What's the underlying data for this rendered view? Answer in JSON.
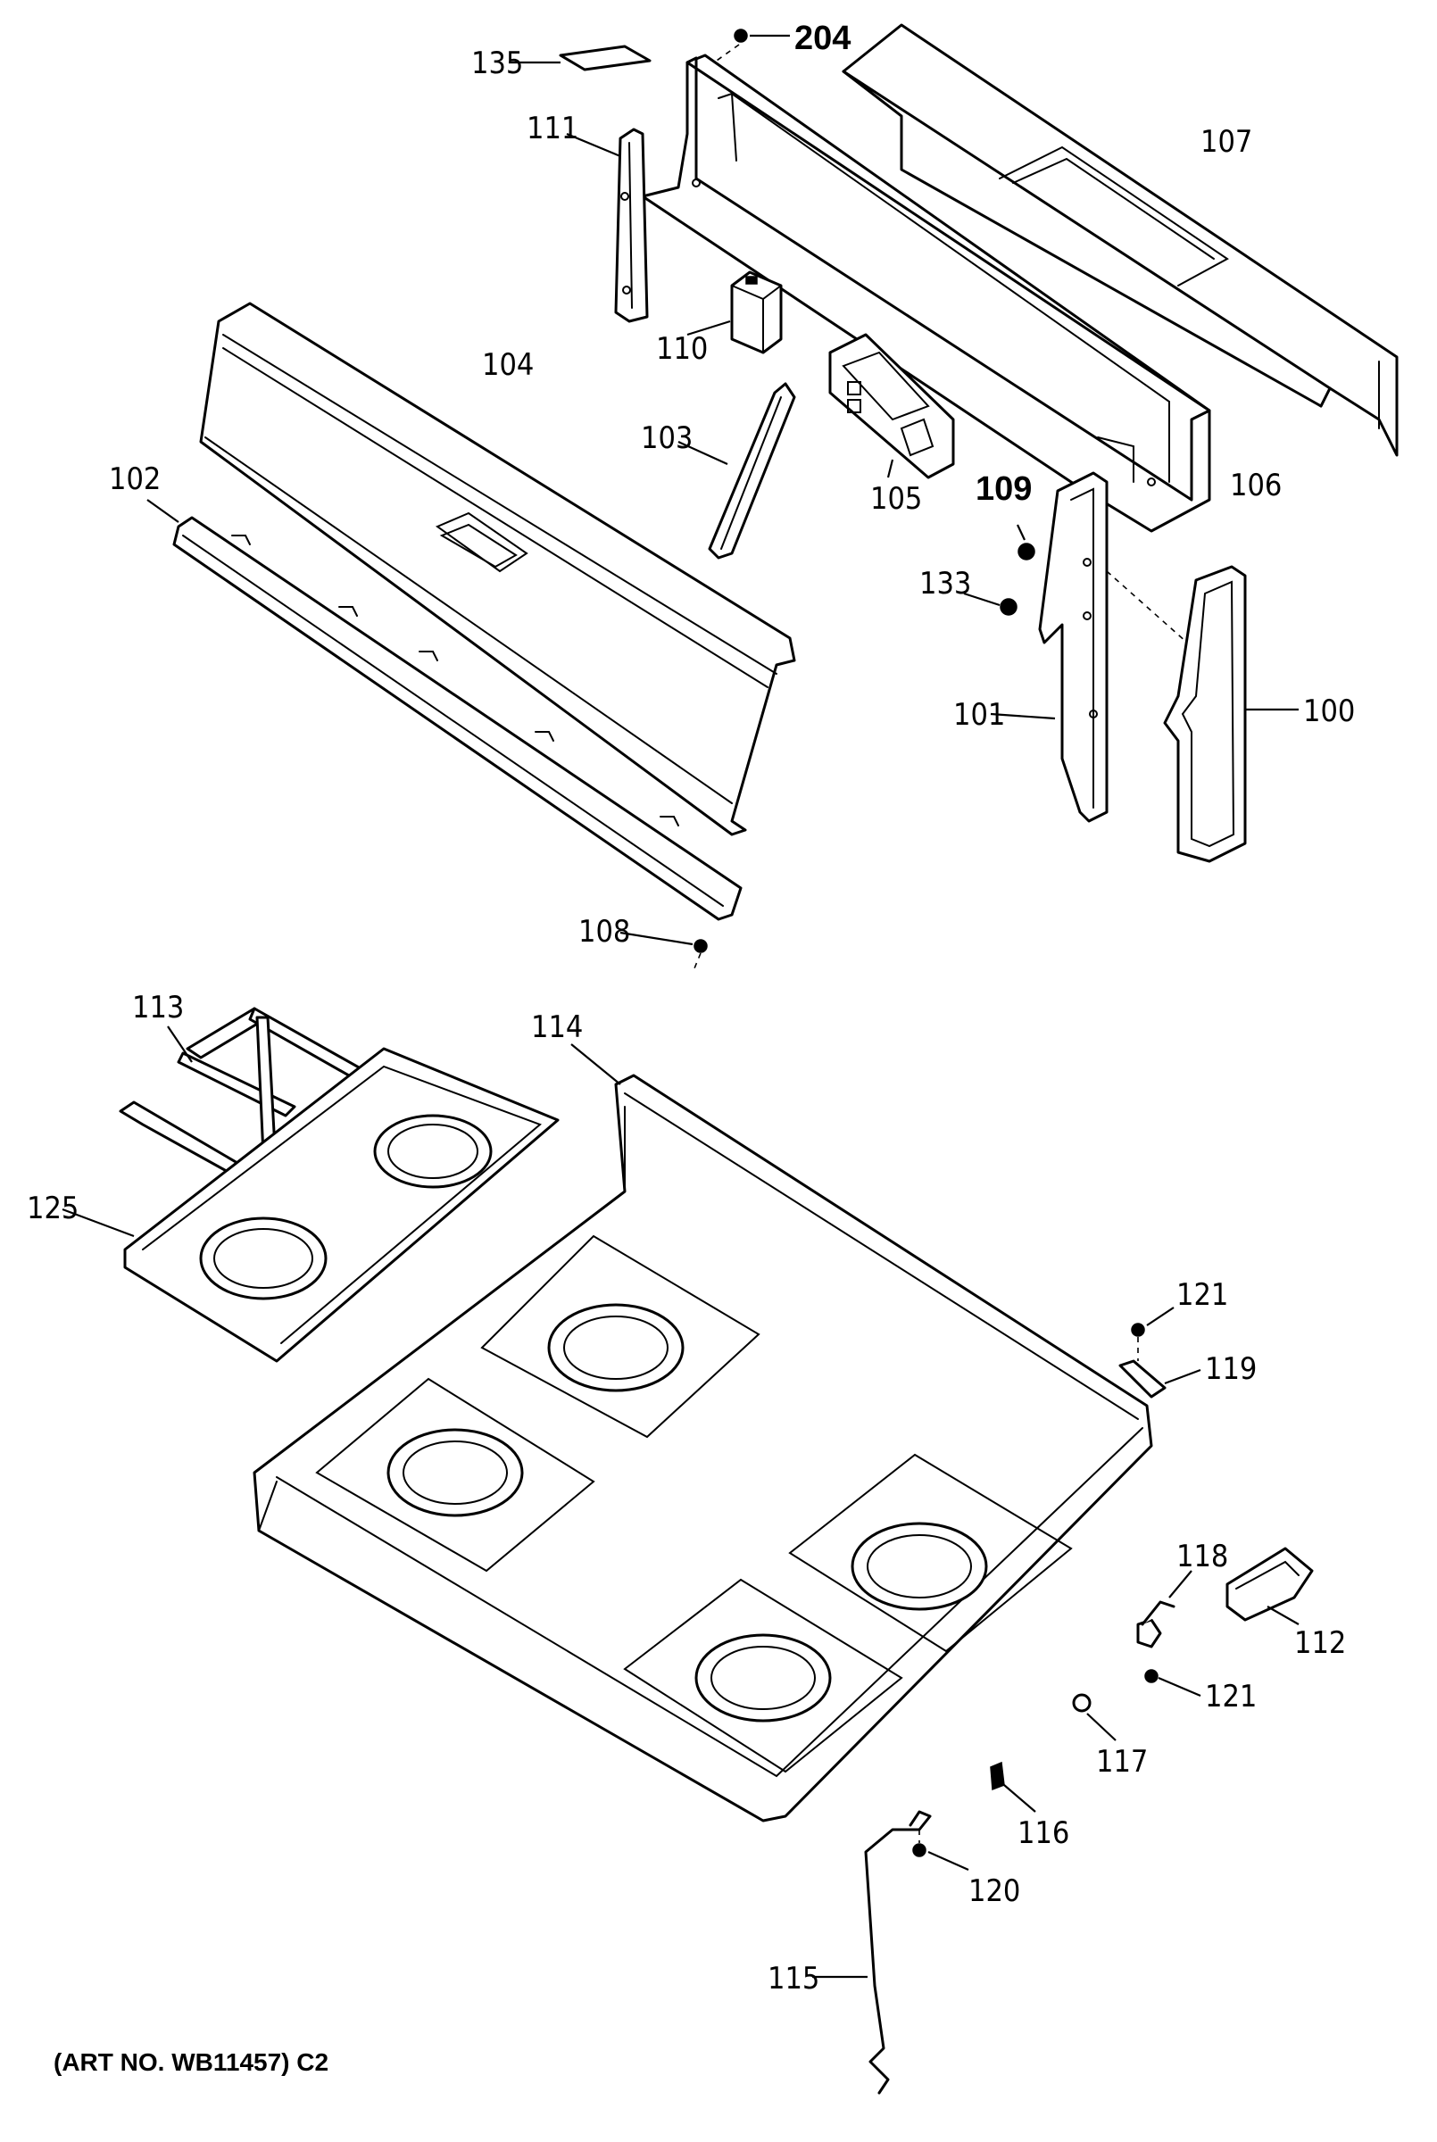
{
  "labels": {
    "p100": "100",
    "p101": "101",
    "p102": "102",
    "p103": "103",
    "p104": "104",
    "p105": "105",
    "p106": "106",
    "p107": "107",
    "p108": "108",
    "p109": "109",
    "p110": "110",
    "p111": "111",
    "p112": "112",
    "p113": "113",
    "p114": "114",
    "p115": "115",
    "p116": "116",
    "p117": "117",
    "p118": "118",
    "p119": "119",
    "p120": "120",
    "p121a": "121",
    "p121b": "121",
    "p125": "125",
    "p133": "133",
    "p135": "135",
    "p204": "204"
  },
  "footer": {
    "art_number": "(ART NO. WB11457) C2"
  }
}
